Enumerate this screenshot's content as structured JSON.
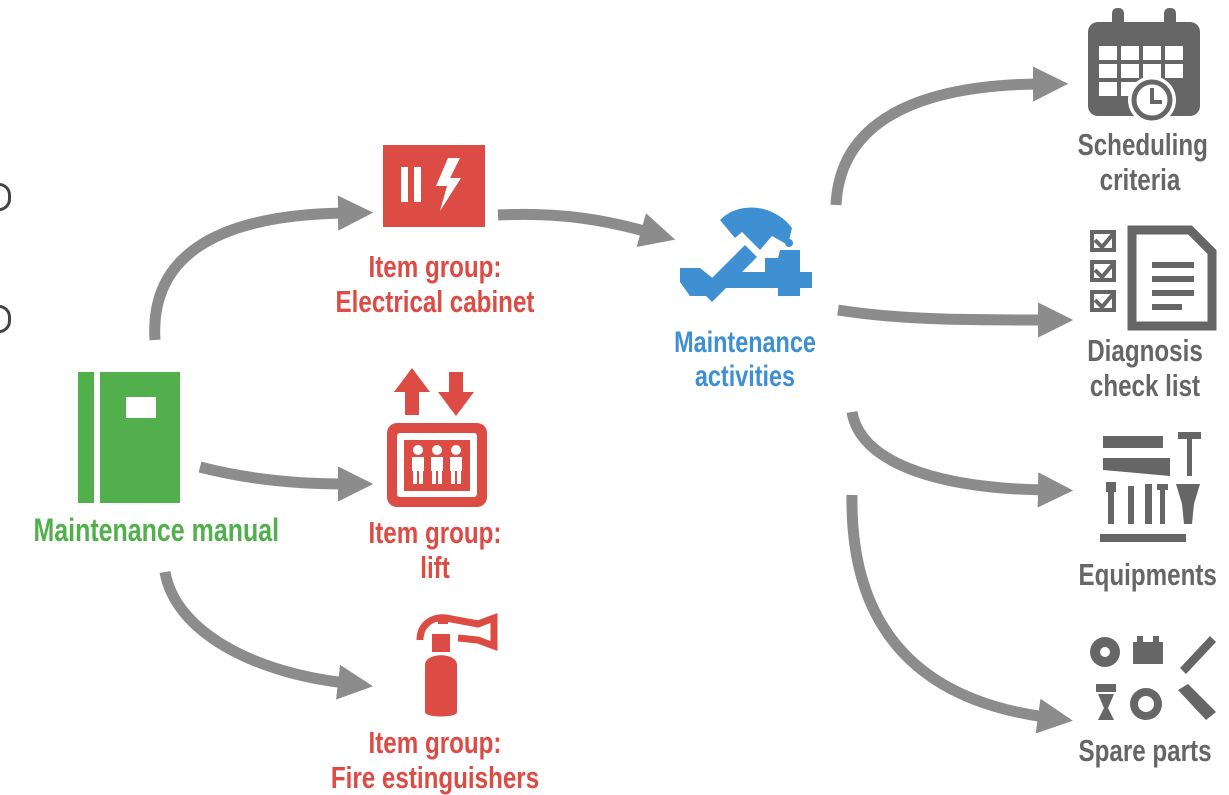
{
  "source": {
    "label": "Maintenance manual",
    "color": "#52b04c",
    "icon": "manual-book-icon"
  },
  "item_groups": [
    {
      "line1": "Item group:",
      "line2": "Electrical cabinet",
      "icon": "electrical-cabinet-icon"
    },
    {
      "line1": "Item group:",
      "line2": "lift",
      "icon": "lift-icon"
    },
    {
      "line1": "Item group:",
      "line2": "Fire estinguishers",
      "icon": "fire-extinguisher-icon"
    }
  ],
  "item_group_color": "#dd4b45",
  "activities": {
    "line1": "Maintenance",
    "line2": "activities",
    "color": "#3f8fd3",
    "icon": "hammer-tools-icon"
  },
  "outputs": [
    {
      "line1": "Scheduling",
      "line2": "criteria",
      "icon": "calendar-clock-icon"
    },
    {
      "line1": "Diagnosis",
      "line2": "check list",
      "icon": "checklist-document-icon"
    },
    {
      "line1": "Equipments",
      "line2": "",
      "icon": "tools-icon"
    },
    {
      "line1": "Spare parts",
      "line2": "",
      "icon": "spare-parts-icon"
    }
  ],
  "output_color": "#666666",
  "arrow_color": "#8c8c8c"
}
